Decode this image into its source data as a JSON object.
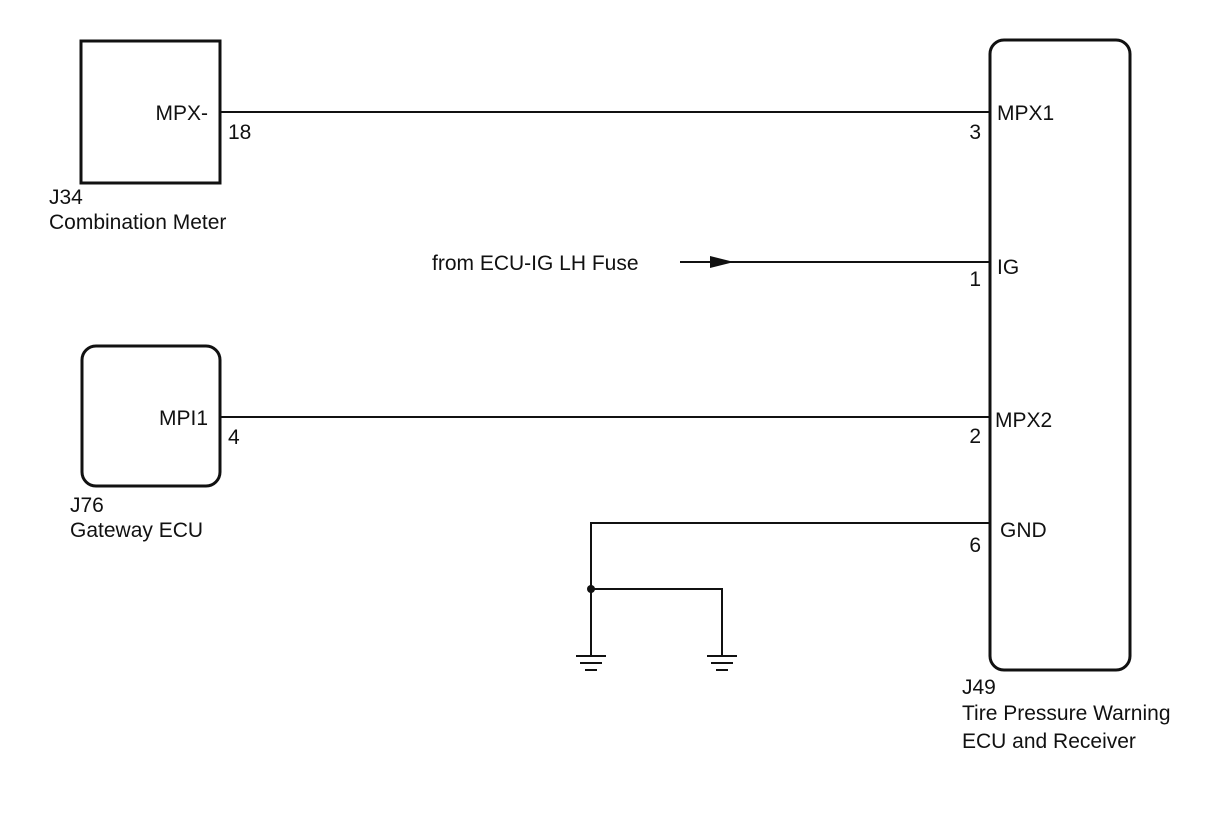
{
  "components": {
    "combination_meter": {
      "code": "J34",
      "name": "Combination Meter",
      "pin_name": "MPX-",
      "pin_number": "18"
    },
    "gateway_ecu": {
      "code": "J76",
      "name": "Gateway ECU",
      "pin_name": "MPI1",
      "pin_number": "4"
    },
    "tpw_ecu": {
      "code": "J49",
      "name_line1": "Tire Pressure Warning",
      "name_line2": "ECU and Receiver",
      "pins": [
        {
          "name": "MPX1",
          "number": "3"
        },
        {
          "name": "IG",
          "number": "1"
        },
        {
          "name": "MPX2",
          "number": "2"
        },
        {
          "name": "GND",
          "number": "6"
        }
      ]
    }
  },
  "external_source": {
    "label": "from ECU-IG LH Fuse"
  }
}
